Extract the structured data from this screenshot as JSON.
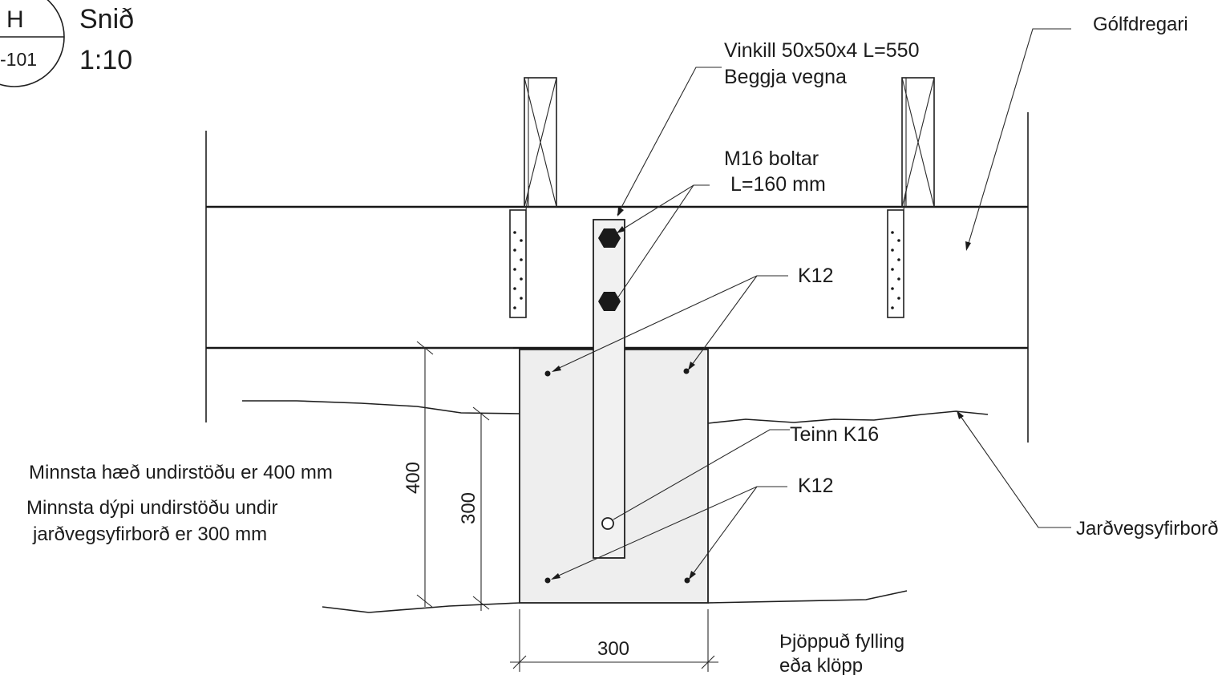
{
  "title_block": {
    "symbol_letter": "H",
    "symbol_ref": "-101",
    "title": "Snið",
    "scale": "1:10"
  },
  "labels": {
    "angle": "Vinkill 50x50x4 L=550",
    "angle_note": "Beggja vegna",
    "bolts": "M16 boltar",
    "bolt_length": "L=160 mm",
    "rebar_top": "K12",
    "dowel": "Teinn K16",
    "rebar_bottom": "K12",
    "beam": "Gólfdregari",
    "ground": "Jarðvegsyfirborð",
    "fill_line1": "Þjöppuð fylling",
    "fill_line2": "eða klöpp"
  },
  "notes": [
    "Minnsta hæð undirstöðu er 400 mm",
    "Minnsta dýpi undirstöðu undir",
    "jarðvegsyfirborð er 300 mm"
  ],
  "dimensions": {
    "height": "400",
    "depth": "300",
    "width": "300"
  },
  "colors": {
    "line": "#1f1f1f",
    "concrete_fill": "#eeeeee",
    "bolt_fill": "#1a1a1a"
  }
}
